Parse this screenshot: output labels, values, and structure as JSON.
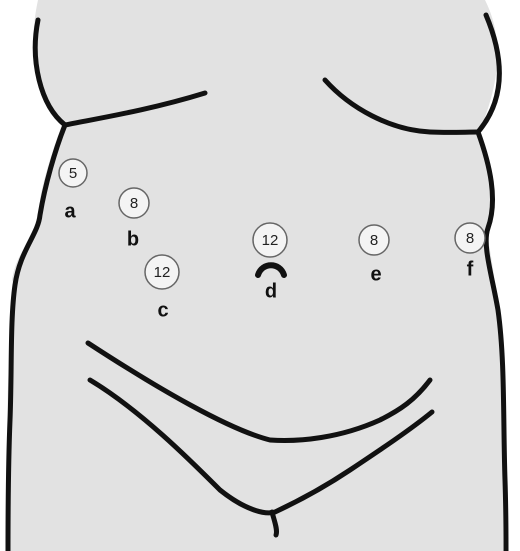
{
  "colors": {
    "skin": "#e2e2e2",
    "outline": "#111111",
    "circle_stroke": "#666666",
    "background": "#ffffff"
  },
  "ports": [
    {
      "id": "a",
      "size": "5",
      "letter": "a"
    },
    {
      "id": "b",
      "size": "8",
      "letter": "b"
    },
    {
      "id": "c",
      "size": "12",
      "letter": "c"
    },
    {
      "id": "d",
      "size": "12",
      "letter": "d"
    },
    {
      "id": "e",
      "size": "8",
      "letter": "e"
    },
    {
      "id": "f",
      "size": "8",
      "letter": "f"
    }
  ]
}
